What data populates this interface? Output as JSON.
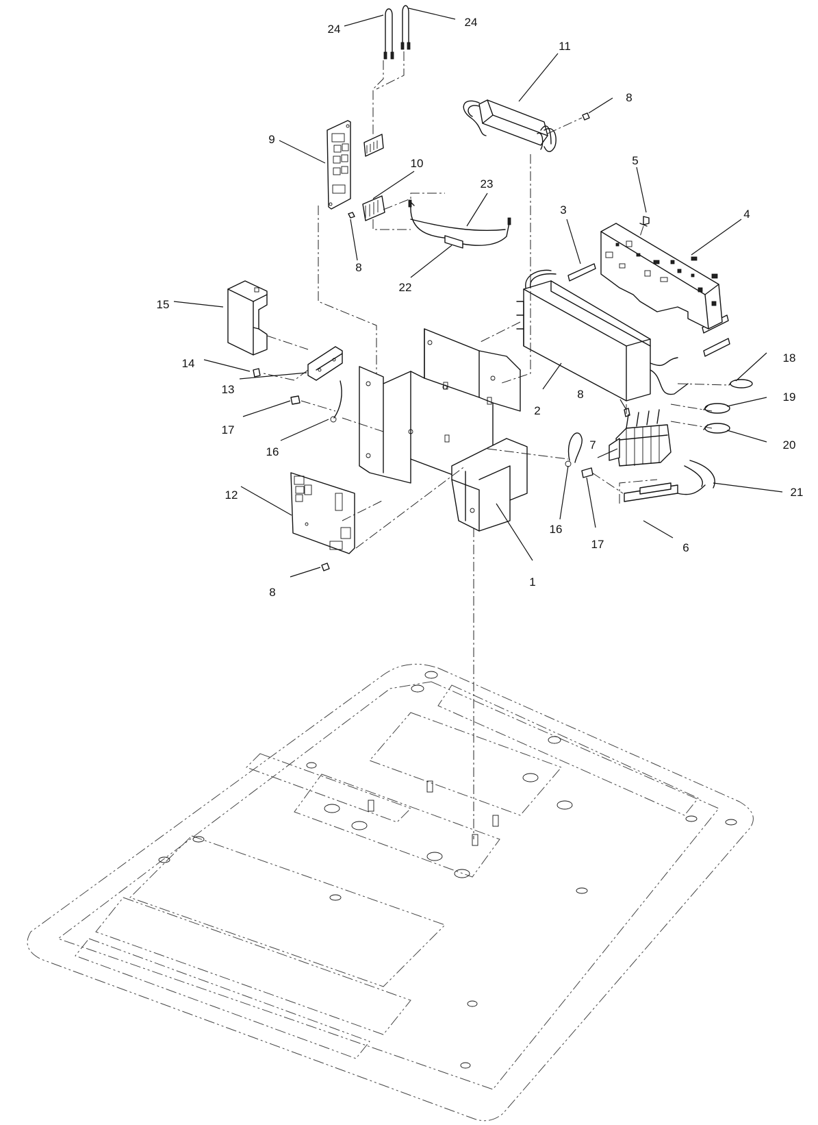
{
  "callouts": [
    {
      "id": "c1",
      "label": "1"
    },
    {
      "id": "c2",
      "label": "2"
    },
    {
      "id": "c3",
      "label": "3"
    },
    {
      "id": "c4",
      "label": "4"
    },
    {
      "id": "c5",
      "label": "5"
    },
    {
      "id": "c6",
      "label": "6"
    },
    {
      "id": "c7",
      "label": "7"
    },
    {
      "id": "c8a",
      "label": "8"
    },
    {
      "id": "c8b",
      "label": "8"
    },
    {
      "id": "c8c",
      "label": "8"
    },
    {
      "id": "c8d",
      "label": "8"
    },
    {
      "id": "c9",
      "label": "9"
    },
    {
      "id": "c10",
      "label": "10"
    },
    {
      "id": "c11",
      "label": "11"
    },
    {
      "id": "c12",
      "label": "12"
    },
    {
      "id": "c13",
      "label": "13"
    },
    {
      "id": "c14",
      "label": "14"
    },
    {
      "id": "c15",
      "label": "15"
    },
    {
      "id": "c16a",
      "label": "16"
    },
    {
      "id": "c16b",
      "label": "16"
    },
    {
      "id": "c17a",
      "label": "17"
    },
    {
      "id": "c17b",
      "label": "17"
    },
    {
      "id": "c18",
      "label": "18"
    },
    {
      "id": "c19",
      "label": "19"
    },
    {
      "id": "c20",
      "label": "20"
    },
    {
      "id": "c21",
      "label": "21"
    },
    {
      "id": "c22",
      "label": "22"
    },
    {
      "id": "c23",
      "label": "23"
    },
    {
      "id": "c24a",
      "label": "24"
    },
    {
      "id": "c24b",
      "label": "24"
    }
  ]
}
